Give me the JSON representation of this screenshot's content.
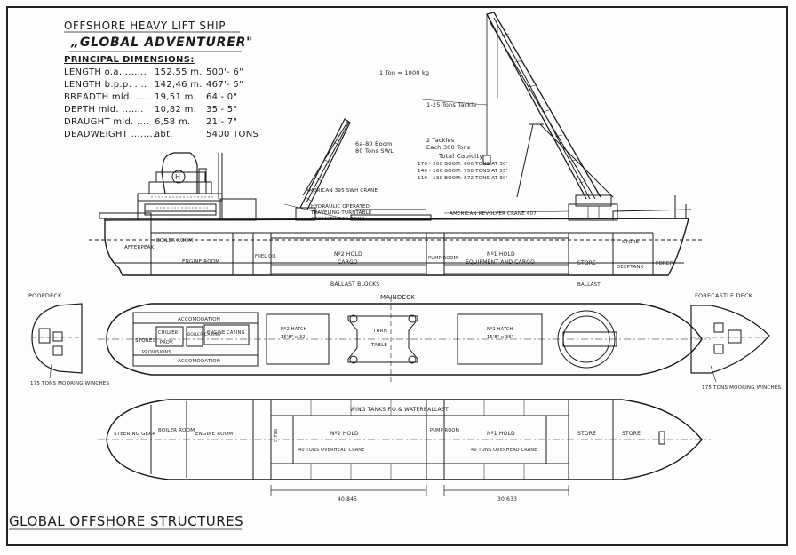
{
  "title": {
    "line1": "OFFSHORE HEAVY LIFT SHIP",
    "line2": "„GLOBAL ADVENTURER\"",
    "dims_heading": "PRINCIPAL DIMENSIONS:"
  },
  "dimensions": [
    {
      "label": "LENGTH o.a. .......",
      "metric": "152,55 m.",
      "imperial": "500'- 6\""
    },
    {
      "label": "LENGTH b.p.p. ....",
      "metric": "142,46 m.",
      "imperial": "467'- 5\""
    },
    {
      "label": "BREADTH mld. ....",
      "metric": "19,51 m.",
      "imperial": "64'- 0\""
    },
    {
      "label": "DEPTH mld. .......",
      "metric": "10,82 m.",
      "imperial": "35'- 5\""
    },
    {
      "label": "DRAUGHT mld. ....",
      "metric": "6,58 m.",
      "imperial": "21'- 7\""
    },
    {
      "label": "DEADWEIGHT ........",
      "metric": "abt.",
      "imperial": "5400 TONS"
    }
  ],
  "annotations": {
    "ton_note": "1 Ton = 1000 kg",
    "tackle_125": "1-25 Tons Tackle",
    "boom_label_1": "6a-80 Boom",
    "boom_label_2": "80 Tons SWL",
    "tackles_1": "2 Tackles",
    "tackles_2": "Each 300 Tons",
    "total_capacity": "Total Capicity",
    "cap_1": "170 - 200 BOOM: 600 TONS AT 30'",
    "cap_2": "140 - 160 BOOM: 750 TONS AT 35'",
    "cap_3": "110 - 130 BOOM: 872 TONS AT 30'",
    "american_395": "AMERICAN 395 SWH CRANE",
    "hydraulic_1": "HYDRAULIC OPERATED",
    "hydraulic_2": "TRAVELING TURNTABLE",
    "hydraulic_3": "CAPACITY: 250 TONS",
    "revolver": "AMERICAN REVOLVER CRANE 407",
    "funnel_mark": "H",
    "aftpeak": "AFTERPEAK",
    "boiler_room": "BOILER ROOM",
    "engine_room": "ENGINE ROOM",
    "fuel_oil": "FUEL OIL",
    "no2_hold": "Nº2 HOLD",
    "cargo": "CARGO",
    "pump_room": "PUMP ROOM",
    "no1_hold": "Nº1 HOLD",
    "equipment_cargo": "EQUIPMENT AND CARGO",
    "store": "STORE",
    "deepstore": "DEEPTANK",
    "fore_peak": "FOREP",
    "store2": "STORE",
    "ballast_blocks": "BALLAST BLOCKS",
    "ballast": "BALLAST",
    "maindeck": "MAINDECK",
    "poopdeck": "POOPDECK",
    "forecastle": "FORECASTLE DECK",
    "mooring_aft": "175 TONS MOORING WINCHES",
    "mooring_fwd": "175 TONS MOORING WINCHES",
    "accomodation_top": "ACCOMODATION",
    "accomodation_bot": "ACCOMODATION",
    "stores": "STORES",
    "prov": "PROV.",
    "chiller": "CHILLER",
    "provisions": "PROVISIONS",
    "engine_casing": "ENGINE CASING",
    "boiler_casing": "BOILER CASING",
    "no2_hatch": "Nº2 HATCH",
    "no2_hatch_dims": "15'8\" x 32'",
    "turntable_1": "TURN",
    "turntable_2": "TABLE",
    "no1_hatch": "Nº1 HATCH",
    "no1_hatch_dims": "15'8\" x 36'",
    "wing_tanks": "WING TANKS F.O.& WATERBALLAST",
    "steering": "STEERING GEAR",
    "boiler_plan": "BOILER ROOM",
    "engine_plan": "ENGINE ROOM",
    "no2_hold_plan": "Nº2 HOLD",
    "no1_hold_plan": "Nº1 HOLD",
    "overhead_2": "40 TONS OVERHEAD CRANE",
    "overhead_1": "40 TONS OVERHEAD CRANE",
    "pump_plan": "PUMP ROOM",
    "store_plan_1": "STORE",
    "store_plan_2": "STORE",
    "dim_left": "40.845",
    "dim_right": "30.633",
    "dim_vert": "5.790"
  },
  "footer": "GLOBAL OFFSHORE STRUCTURES"
}
